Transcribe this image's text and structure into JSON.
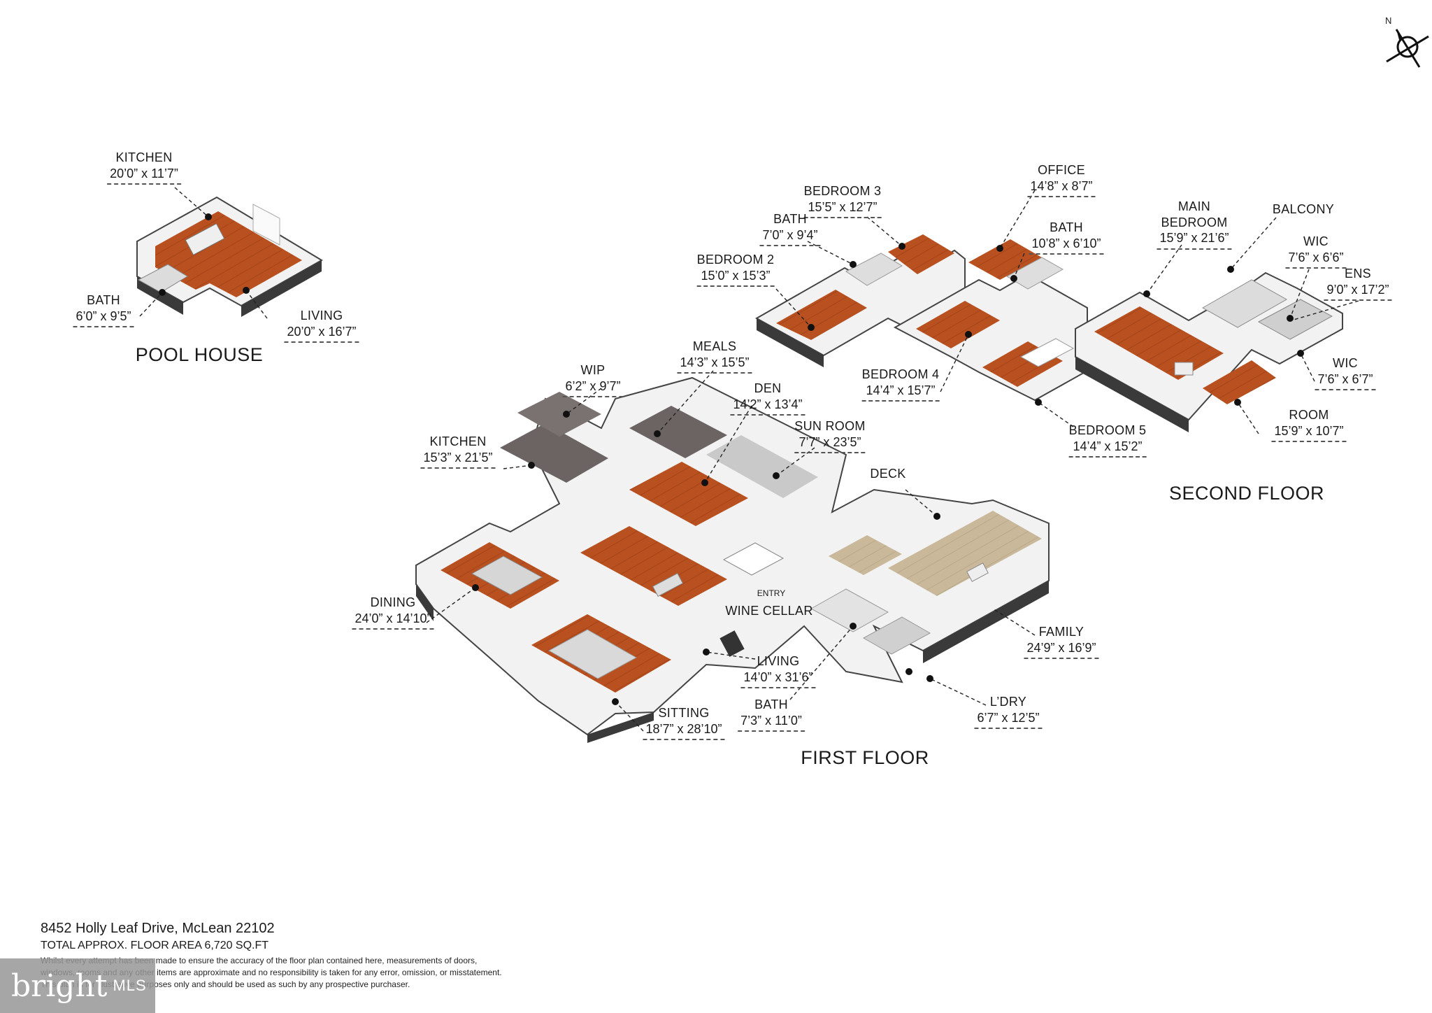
{
  "compass": {
    "north_label": "N",
    "icon": "compass-rose-icon"
  },
  "colors": {
    "wood_floor": "#b8501f",
    "wall": "#f4f4f4",
    "wall_shadow": "#555555",
    "light_floor": "#c9b99a",
    "tile_floor": "#6b6463"
  },
  "pool_house": {
    "title": "POOL HOUSE",
    "rooms": {
      "kitchen": {
        "name": "KITCHEN",
        "dims": "20’0” x 11’7”"
      },
      "bath": {
        "name": "BATH",
        "dims": "6’0” x 9’5”"
      },
      "living": {
        "name": "LIVING",
        "dims": "20’0” x 16’7”"
      }
    }
  },
  "second_floor": {
    "title": "SECOND FLOOR",
    "rooms": {
      "bedroom3": {
        "name": "BEDROOM 3",
        "dims": "15’5” x 12’7”"
      },
      "bath1": {
        "name": "BATH",
        "dims": "7’0” x 9’4”"
      },
      "bedroom2": {
        "name": "BEDROOM 2",
        "dims": "15’0” x 15’3”"
      },
      "office": {
        "name": "OFFICE",
        "dims": "14’8” x 8’7”"
      },
      "bath2": {
        "name": "BATH",
        "dims": "10’8” x 6’10”"
      },
      "main_bedroom": {
        "name": "MAIN\nBEDROOM",
        "dims": "15’9” x 21’6”"
      },
      "balcony": {
        "name": "BALCONY",
        "dims": ""
      },
      "wic1": {
        "name": "WIC",
        "dims": "7’6” x 6’6”"
      },
      "ens": {
        "name": "ENS",
        "dims": "9’0” x 17’2”"
      },
      "wic2": {
        "name": "WIC",
        "dims": "7’6” x 6’7”"
      },
      "room": {
        "name": "ROOM",
        "dims": "15’9” x 10’7”"
      },
      "bedroom4": {
        "name": "BEDROOM 4",
        "dims": "14’4” x 15’7”"
      },
      "bedroom5": {
        "name": "BEDROOM 5",
        "dims": "14’4” x 15’2”"
      }
    }
  },
  "first_floor": {
    "title": "FIRST FLOOR",
    "entry_label": "ENTRY",
    "rooms": {
      "wip": {
        "name": "WIP",
        "dims": "6’2” x 9’7”"
      },
      "meals": {
        "name": "MEALS",
        "dims": "14’3” x 15’5”"
      },
      "den": {
        "name": "DEN",
        "dims": "14’2” x 13’4”"
      },
      "sun_room": {
        "name": "SUN ROOM",
        "dims": "7’7” x 23’5”"
      },
      "kitchen": {
        "name": "KITCHEN",
        "dims": "15’3” x 21’5”"
      },
      "deck": {
        "name": "DECK",
        "dims": ""
      },
      "dining": {
        "name": "DINING",
        "dims": "24’0” x 14’10”"
      },
      "wine_cellar": {
        "name": "WINE CELLAR",
        "dims": ""
      },
      "family": {
        "name": "FAMILY",
        "dims": "24’9” x 16’9”"
      },
      "living": {
        "name": "LIVING",
        "dims": "14’0” x 31’6”"
      },
      "bath": {
        "name": "BATH",
        "dims": "7’3” x 11’0”"
      },
      "laundry": {
        "name": "L’DRY",
        "dims": "6’7” x 12’5”"
      },
      "sitting": {
        "name": "SITTING",
        "dims": "18’7” x 28’10”"
      }
    }
  },
  "footer": {
    "address": "8452 Holly Leaf Drive, McLean 22102",
    "total_area": "TOTAL APPROX. FLOOR AREA 6,720 SQ.FT",
    "disclaimer_1": "Whilst every attempt has been made to ensure the accuracy of the floor plan contained here, measurements of doors,",
    "disclaimer_2": "windows, rooms and any other items are approximate and no responsibility is taken for any error, omission, or misstatement.",
    "disclaimer_3": "This plan is for illustrative purposes only and should be used as such by any prospective purchaser."
  },
  "watermark": {
    "brand": "bright",
    "suffix": "MLS"
  }
}
